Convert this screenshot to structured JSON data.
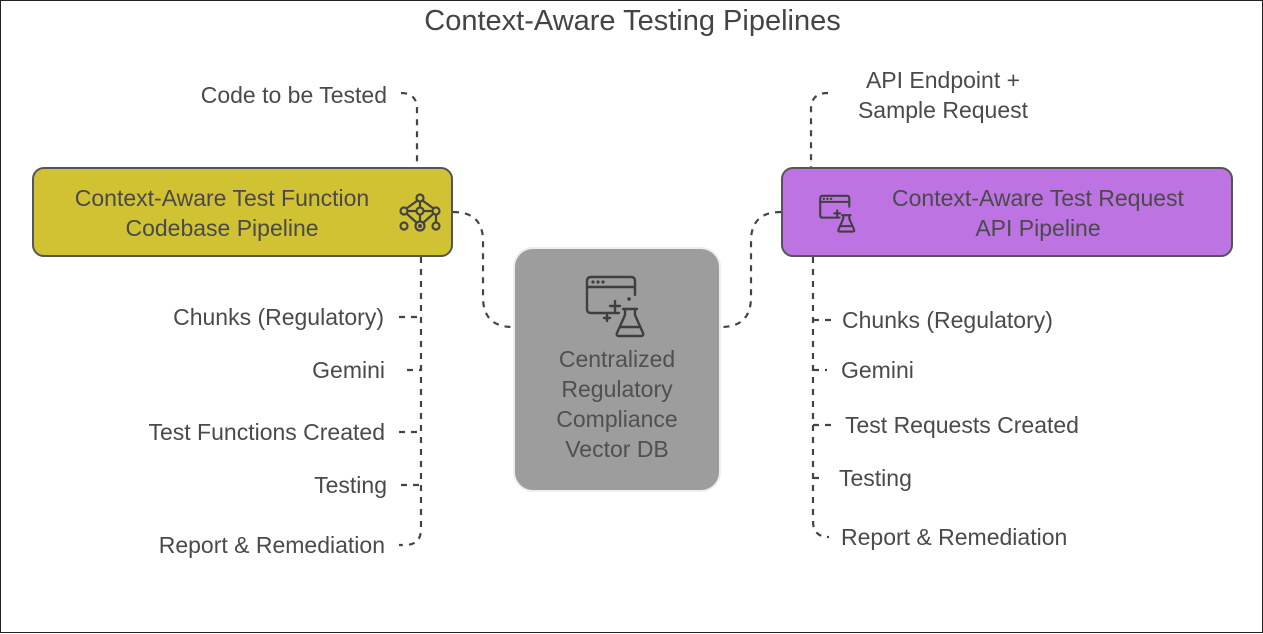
{
  "title": "Context-Aware Testing Pipelines",
  "left_pipeline": {
    "box_line1": "Context-Aware Test Function",
    "box_line2": "Codebase Pipeline",
    "input": "Code to be Tested",
    "steps": [
      "Chunks (Regulatory)",
      "Gemini",
      "Test Functions Created",
      "Testing",
      "Report & Remediation"
    ],
    "icon": "network-graph-icon",
    "color": "#d1c234"
  },
  "right_pipeline": {
    "box_line1": "Context-Aware Test Request",
    "box_line2": "API Pipeline",
    "input_line1": "API Endpoint +",
    "input_line2": "Sample Request",
    "steps": [
      "Chunks (Regulatory)",
      "Gemini",
      "Test Requests Created",
      "Testing",
      "Report & Remediation"
    ],
    "icon": "browser-flask-icon",
    "color": "#bd74e2"
  },
  "center": {
    "lines": [
      "Centralized",
      "Regulatory",
      "Compliance",
      "Vector DB"
    ],
    "icon": "browser-flask-icon",
    "color": "#9d9d9d"
  }
}
